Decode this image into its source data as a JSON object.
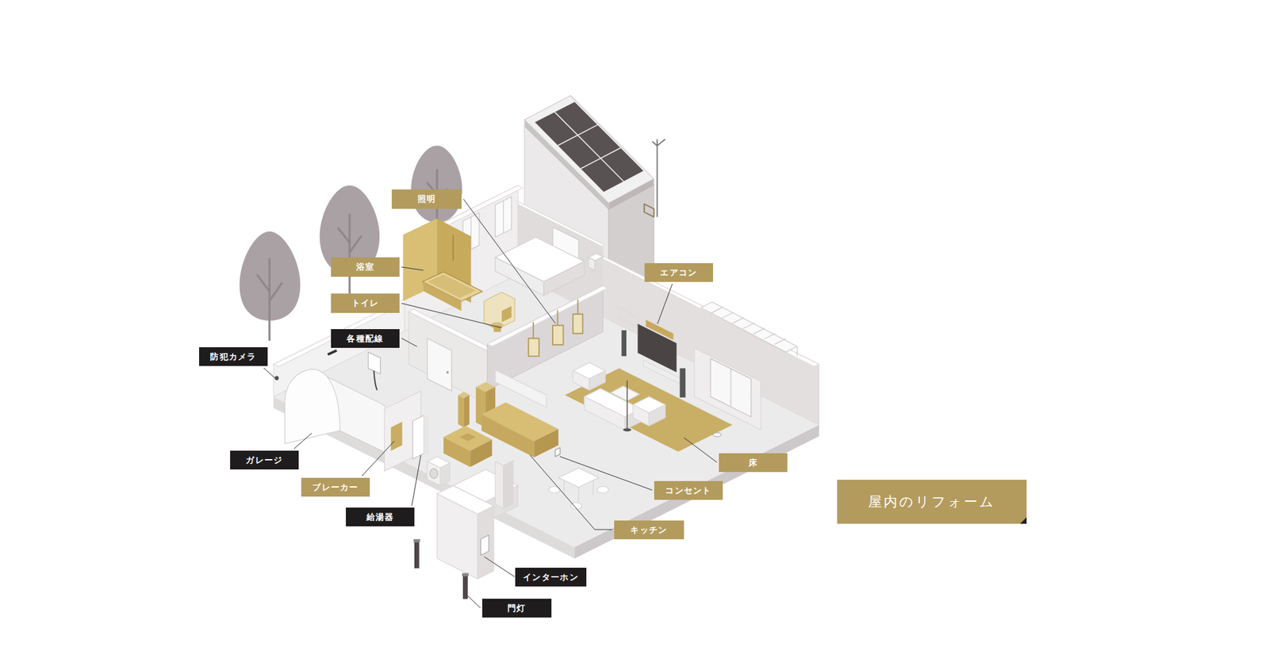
{
  "diagram": {
    "nodes": [
      {
        "text": [
          "照明"
        ]
      },
      {
        "text": [
          "エアコン"
        ]
      },
      {
        "text": [
          "浴室"
        ]
      },
      {
        "text": [
          "トイレ"
        ]
      },
      {
        "text": [
          "各種配線"
        ]
      },
      {
        "text": [
          "防犯カメラ"
        ]
      },
      {
        "text": [
          "ガレージ"
        ]
      },
      {
        "text": [
          "床"
        ]
      },
      {
        "text": [
          "ブレーカー"
        ]
      },
      {
        "text": [
          "コンセント"
        ]
      },
      {
        "text": [
          "屋内のリフォーム"
        ]
      },
      {
        "text": [
          "給湯器"
        ]
      },
      {
        "text": [
          "キッチン"
        ]
      },
      {
        "text": [
          "インターホン"
        ]
      },
      {
        "text": [
          "門灯"
        ]
      }
    ]
  }
}
